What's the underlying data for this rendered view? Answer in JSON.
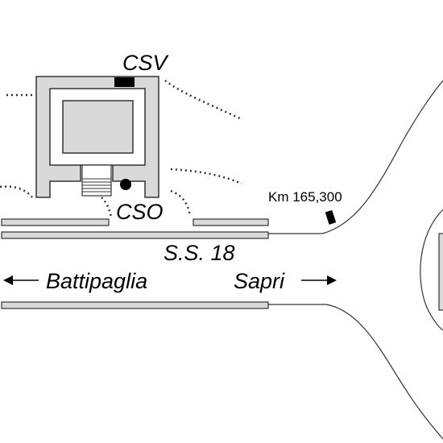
{
  "map": {
    "labels": {
      "csv": "CSV",
      "cso": "CSO",
      "road": "S.S. 18",
      "km_marker": "Km 165,300",
      "dir_left": "Battipaglia",
      "dir_right": "Sapri"
    },
    "colors": {
      "background": "#ffffff",
      "building_fill": "#d9d9d9",
      "outline": "#333333",
      "marker": "#000000"
    },
    "icons": {
      "csv_marker": "rectangle-marker",
      "cso_marker": "dot-marker",
      "km_marker": "milestone-marker",
      "arrow_left": "arrow-left-icon",
      "arrow_right": "arrow-right-icon"
    }
  }
}
